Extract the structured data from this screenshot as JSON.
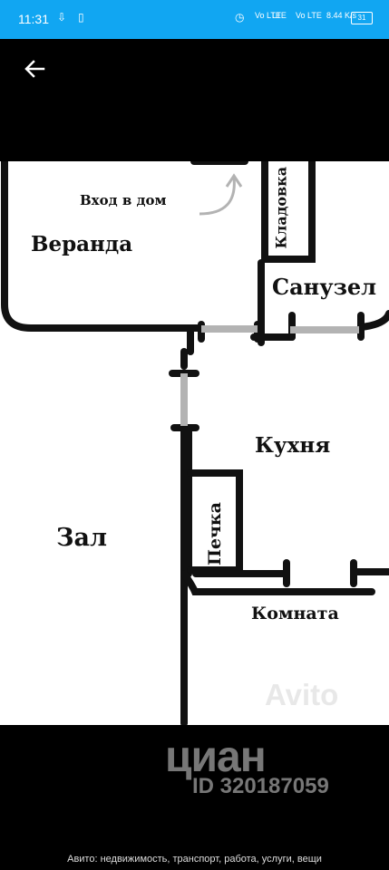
{
  "status_bar": {
    "time": "11:31",
    "network_1": "Vo LTE",
    "network_2": "LTE",
    "network_3": "Vo LTE",
    "speed": "8.44 K/s",
    "battery": "31"
  },
  "viewer": {
    "back_icon": "arrow-left-icon"
  },
  "plan": {
    "entrance_label": "Вход в дом",
    "veranda_label": "Веранда",
    "pantry_label": "Кладовка",
    "bathroom_label": "Санузел",
    "kitchen_label": "Кухня",
    "stove_label": "Печка",
    "hall_label": "Зал",
    "room_label": "Комната",
    "avito_watermark": "Avito"
  },
  "cian": {
    "logo": "циан",
    "id_text": "ID 320187059"
  },
  "footer": {
    "caption": "Авито: недвижимость, транспорт, работа, услуги, вещи"
  },
  "colors": {
    "status_bar": "#11a6f2",
    "background": "#000000",
    "wall": "#111111",
    "opening": "#b3b3b3"
  }
}
